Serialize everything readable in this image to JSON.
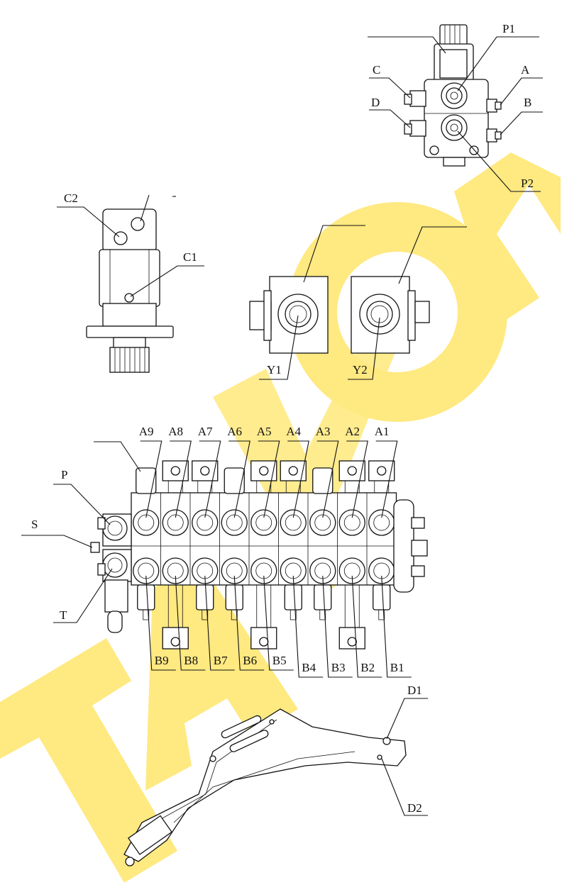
{
  "watermark": {
    "text": "TAYO",
    "color": "#FFE66B"
  },
  "labels": {
    "p1": "P1",
    "p2": "P2",
    "a": "A",
    "b": "B",
    "c": "C",
    "d": "D",
    "c1": "C1",
    "c2": "C2",
    "y1": "Y1",
    "y2": "Y2",
    "p": "P",
    "s": "S",
    "t": "T",
    "a_ports": [
      "A9",
      "A8",
      "A7",
      "A6",
      "A5",
      "A4",
      "A3",
      "A2",
      "A1"
    ],
    "b_ports": [
      "B9",
      "B8",
      "B7",
      "B6",
      "B5",
      "B4",
      "B3",
      "B2",
      "B1"
    ],
    "d1": "D1",
    "d2": "D2"
  }
}
